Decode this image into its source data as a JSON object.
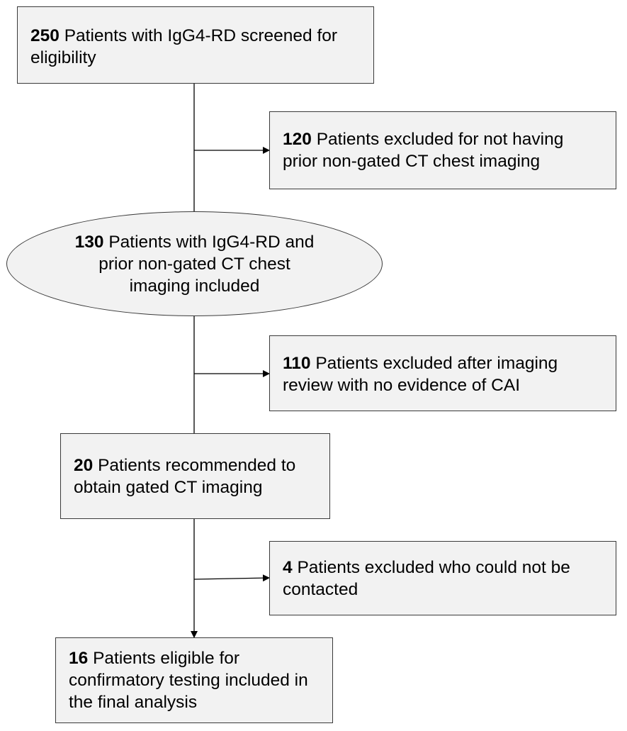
{
  "nodes": {
    "screened": {
      "count": "250",
      "text": " Patients with IgG4-RD screened for eligibility"
    },
    "excluded_no_ct": {
      "count": "120",
      "text": " Patients excluded for not having prior non-gated CT chest imaging"
    },
    "included_ct": {
      "count": "130",
      "text": " Patients with IgG4-RD and prior non-gated CT chest imaging included"
    },
    "excluded_no_cai": {
      "count": "110",
      "text": " Patients excluded after imaging review with no evidence of CAI"
    },
    "recommended": {
      "count": "20",
      "text": " Patients recommended to obtain gated CT imaging"
    },
    "excluded_no_contact": {
      "count": "4",
      "text": " Patients excluded who could not be contacted"
    },
    "final": {
      "count": "16",
      "text": " Patients eligible for confirmatory testing included in the final analysis"
    }
  },
  "colors": {
    "box_fill": "#f2f2f2",
    "border": "#3a3a3a",
    "line": "#000000"
  }
}
